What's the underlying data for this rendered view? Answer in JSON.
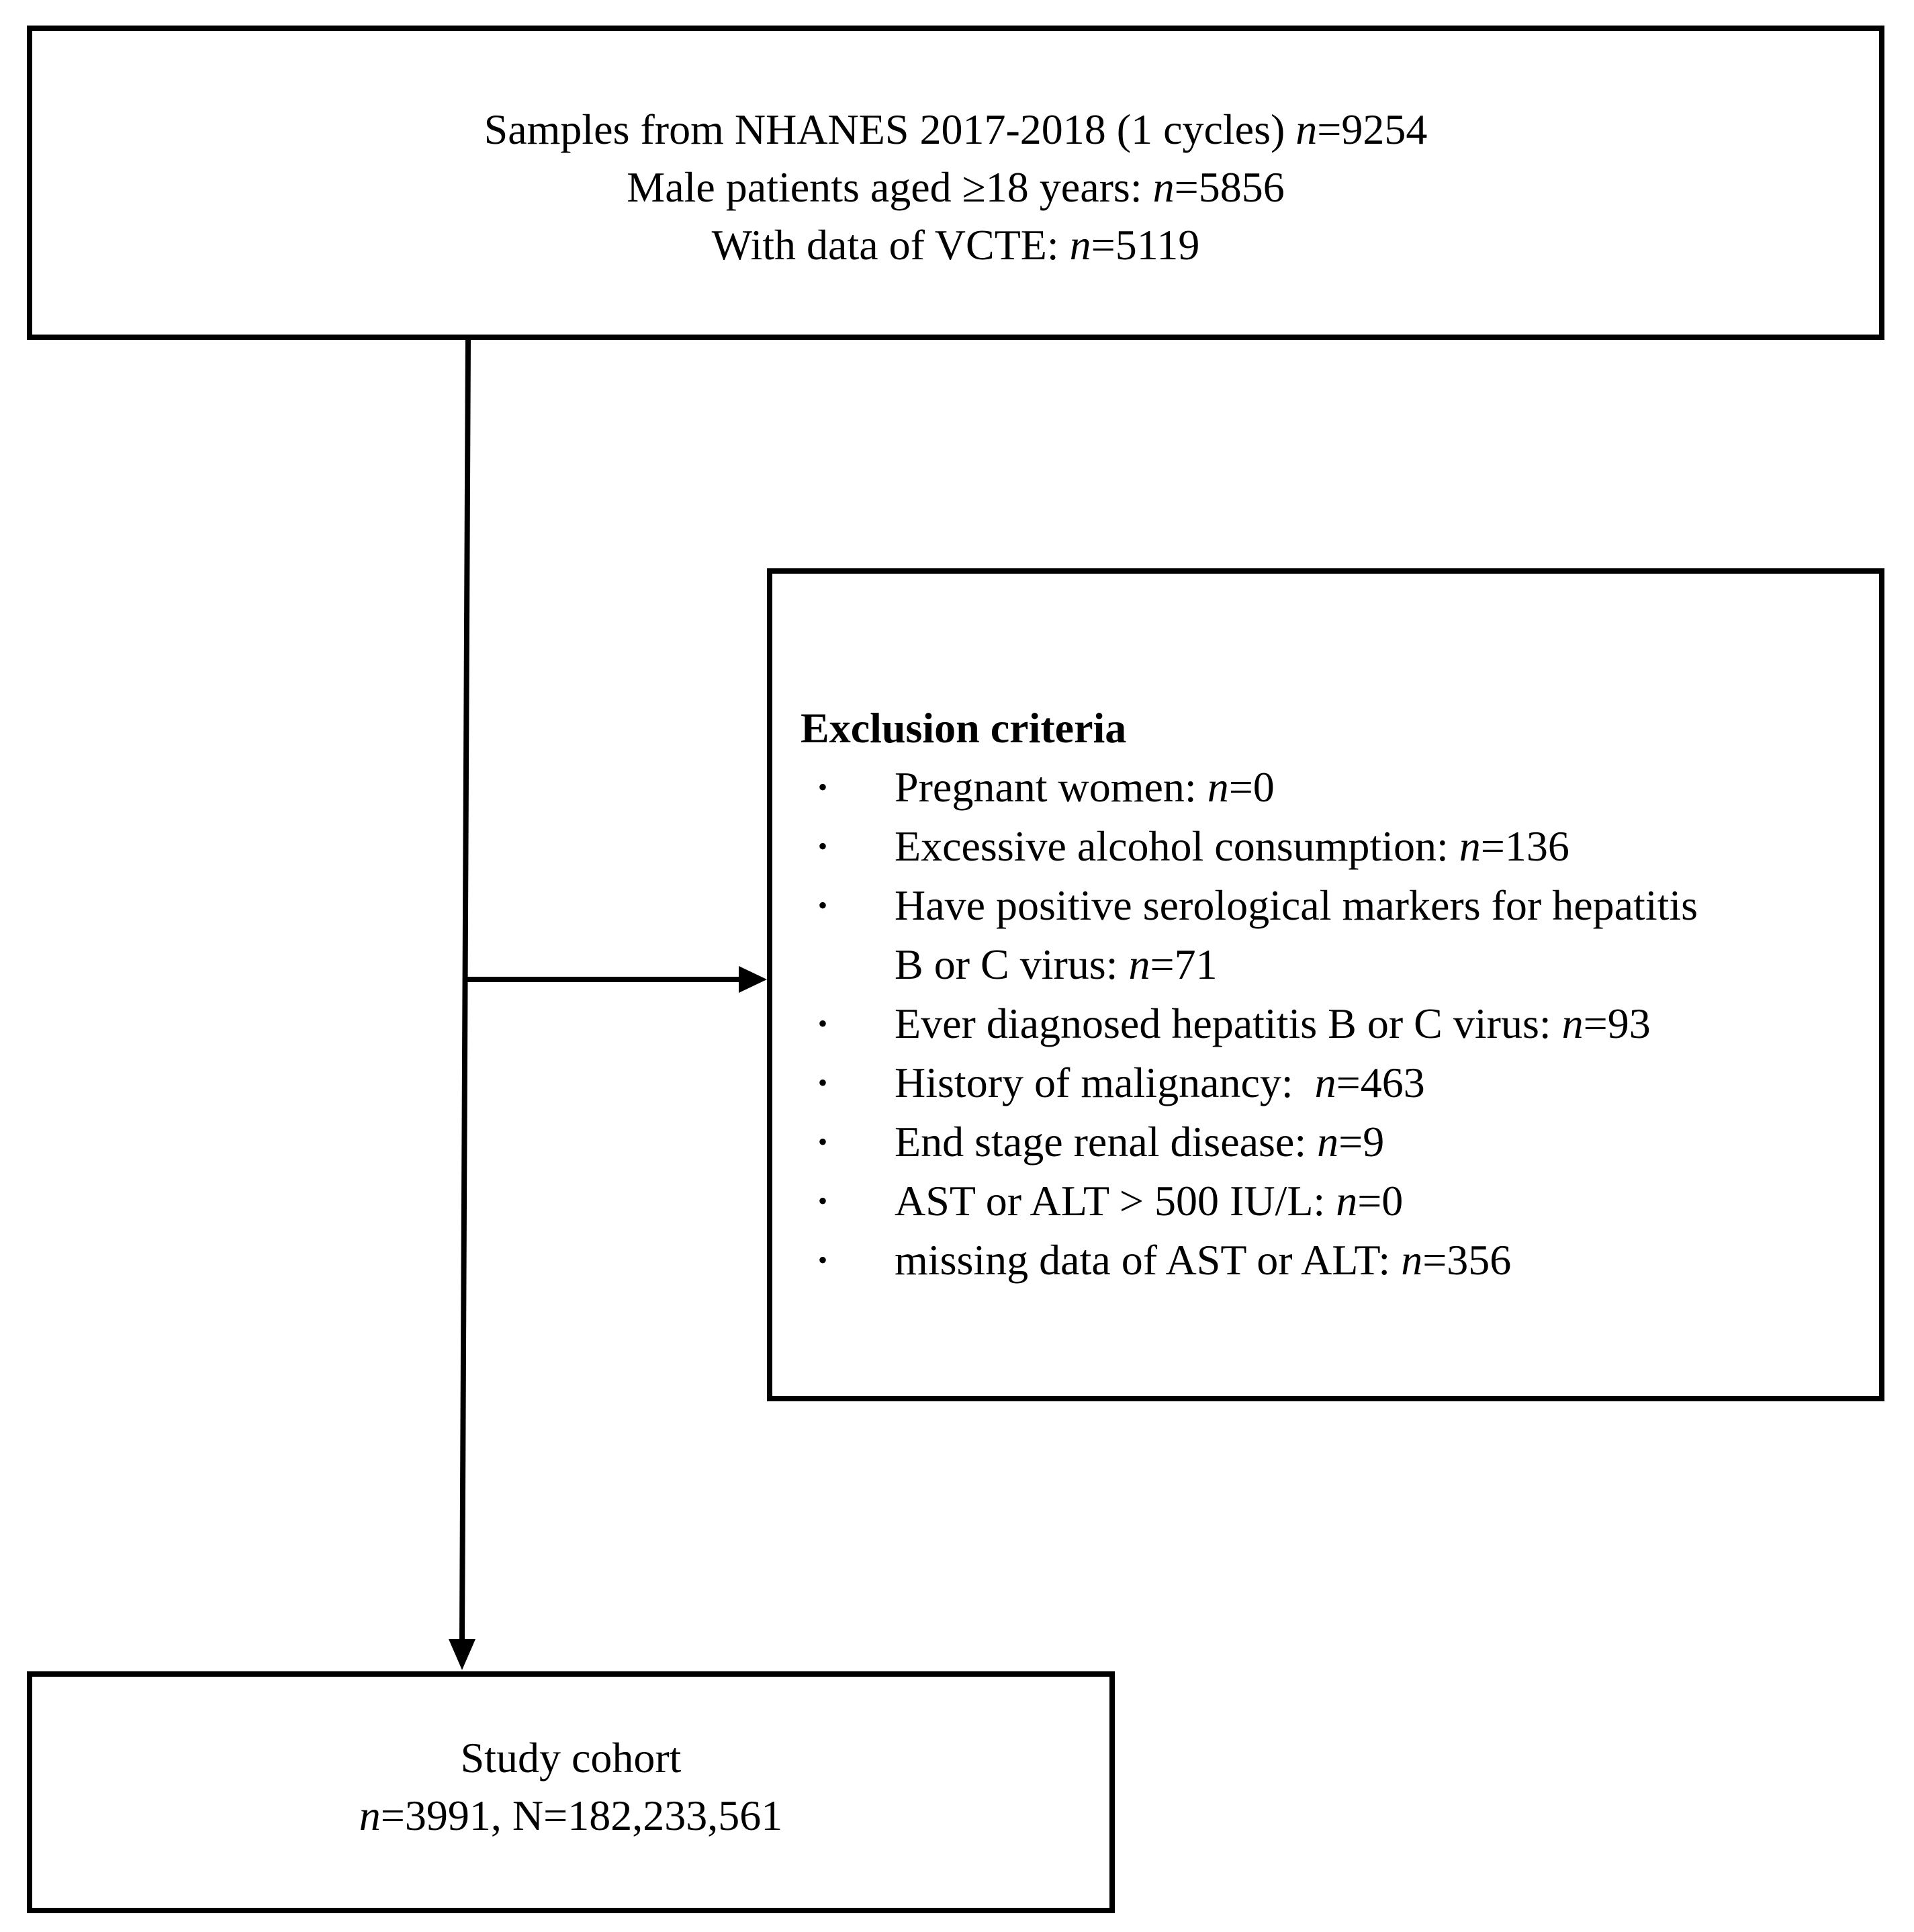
{
  "top_box": {
    "line1_pre": "Samples from NHANES 2017-2018 (1 cycles) ",
    "line1_n": "n",
    "line1_val": "=9254",
    "line2_pre": "Male patients aged ≥18 years: ",
    "line2_n": "n",
    "line2_val": "=5856",
    "line3_pre": "With data of VCTE: ",
    "line3_n": "n",
    "line3_val": "=5119"
  },
  "exclusion": {
    "title": "Exclusion criteria",
    "bullet": "•",
    "items": [
      {
        "pre": "Pregnant women: ",
        "n": "n",
        "val": "=0"
      },
      {
        "pre": "Excessive alcohol consumption: ",
        "n": "n",
        "val": "=136"
      },
      {
        "pre": "Have positive serological markers for hepatitis",
        "cont_pre": "B or C virus: ",
        "n": "n",
        "val": "=71"
      },
      {
        "pre": "Ever diagnosed hepatitis B or C virus: ",
        "n": "n",
        "val": "=93"
      },
      {
        "pre": "History of malignancy:  ",
        "n": "n",
        "val": "=463"
      },
      {
        "pre": "End stage renal disease: ",
        "n": "n",
        "val": "=9"
      },
      {
        "pre": "AST or ALT > 500 IU/L: ",
        "n": "n",
        "val": "=0"
      },
      {
        "pre": "missing data of AST or ALT: ",
        "n": "n",
        "val": "=356"
      }
    ]
  },
  "cohort_box": {
    "line1": "Study cohort",
    "line2_n": "n",
    "line2_val": "=3991, N=182,233,561"
  }
}
